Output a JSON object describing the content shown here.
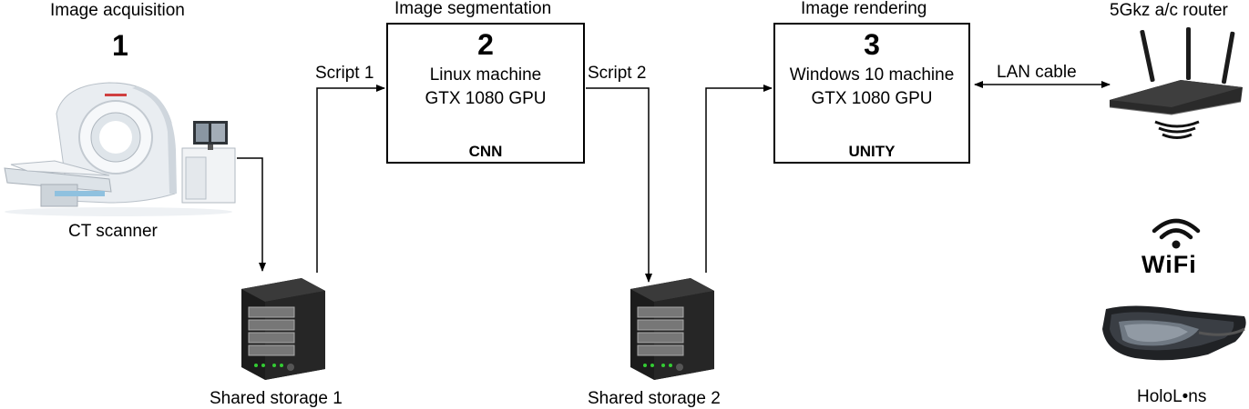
{
  "stage1": {
    "title": "Image acquisition",
    "number": "1",
    "device_label": "CT scanner",
    "icon": "ct-scanner-icon"
  },
  "stage2": {
    "title": "Image segmentation",
    "number": "2",
    "line1": "Linux  machine",
    "line2": "GTX 1080 GPU",
    "software": "CNN"
  },
  "stage3": {
    "title": "Image rendering",
    "number": "3",
    "line1": "Windows 10 machine",
    "line2": "GTX 1080 GPU",
    "software": "UNITY"
  },
  "router": {
    "label": "5Gkz a/c router",
    "icon": "router-icon"
  },
  "connections": {
    "script1": "Script 1",
    "script2": "Script 2",
    "lan": "LAN cable"
  },
  "storage1": {
    "label": "Shared storage 1",
    "icon": "server-icon"
  },
  "storage2": {
    "label": "Shared storage 2",
    "icon": "server-icon"
  },
  "wifi": {
    "label": "WiFi",
    "icon": "wifi-icon"
  },
  "hololens": {
    "label": "HoloL•ns",
    "icon": "hololens-icon"
  }
}
